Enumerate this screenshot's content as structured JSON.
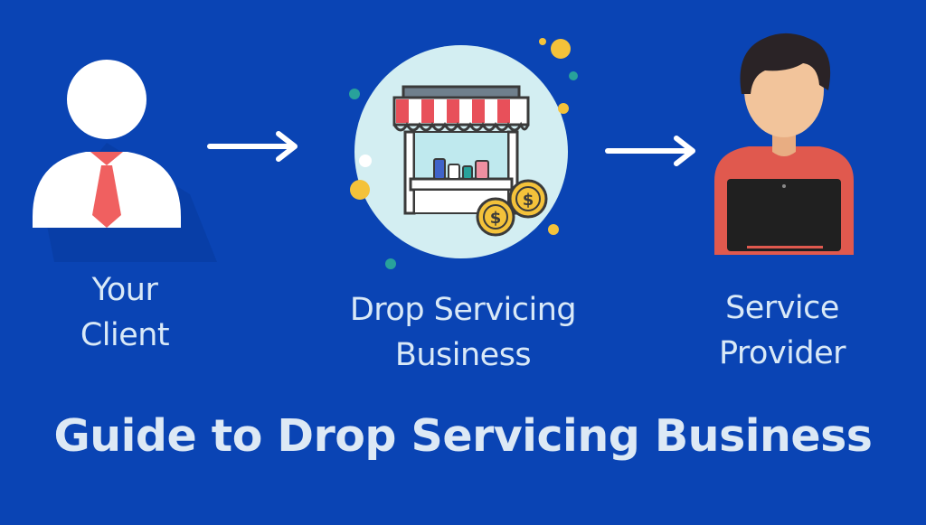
{
  "colors": {
    "background": "#0a44b4",
    "label_text": "#d9e9f7",
    "arrow": "#ffffff",
    "tie": "#f06060",
    "shop_circle": "#d3eef2",
    "awning_red": "#e8505a",
    "coin": "#f4c23a",
    "sweater": "#e0594e",
    "laptop": "#202020",
    "skin": "#f2c49b",
    "hair": "#2a2326"
  },
  "nodes": [
    {
      "id": "client",
      "icon": "person-with-tie-icon",
      "label_lines": [
        "Your",
        "Client"
      ]
    },
    {
      "id": "business",
      "icon": "shop-stall-icon",
      "label_lines": [
        "Drop Servicing",
        "Business"
      ]
    },
    {
      "id": "provider",
      "icon": "person-at-laptop-icon",
      "label_lines": [
        "Service",
        "Provider"
      ]
    }
  ],
  "edges": [
    {
      "from": "client",
      "to": "business"
    },
    {
      "from": "business",
      "to": "provider"
    }
  ],
  "title": "Guide to Drop Servicing Business"
}
